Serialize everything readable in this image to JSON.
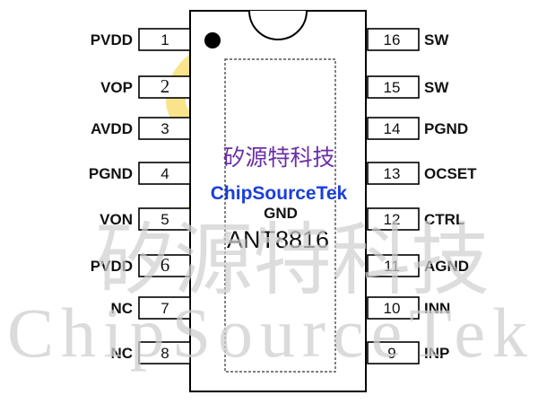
{
  "logo": {
    "accent": "#f6c400"
  },
  "chip": {
    "brand_cn": "矽源特科技",
    "brand_en": "ChipSourceTek",
    "center_pad": "GND",
    "part_number": "ANT8816"
  },
  "watermark": {
    "cn": "矽源特科技",
    "en": "ChipSourceTek"
  },
  "pins_left": [
    {
      "num": "1",
      "label": "PVDD"
    },
    {
      "num": "2",
      "label": "VOP"
    },
    {
      "num": "3",
      "label": "AVDD"
    },
    {
      "num": "4",
      "label": "PGND"
    },
    {
      "num": "5",
      "label": "VON"
    },
    {
      "num": "6",
      "label": "PVDD"
    },
    {
      "num": "7",
      "label": "NC"
    },
    {
      "num": "8",
      "label": "NC"
    }
  ],
  "pins_right": [
    {
      "num": "16",
      "label": "SW"
    },
    {
      "num": "15",
      "label": "SW"
    },
    {
      "num": "14",
      "label": "PGND"
    },
    {
      "num": "13",
      "label": "OCSET"
    },
    {
      "num": "12",
      "label": "CTRL"
    },
    {
      "num": "11",
      "label": "AGND"
    },
    {
      "num": "10",
      "label": "INN"
    },
    {
      "num": "9",
      "label": "INP"
    }
  ]
}
